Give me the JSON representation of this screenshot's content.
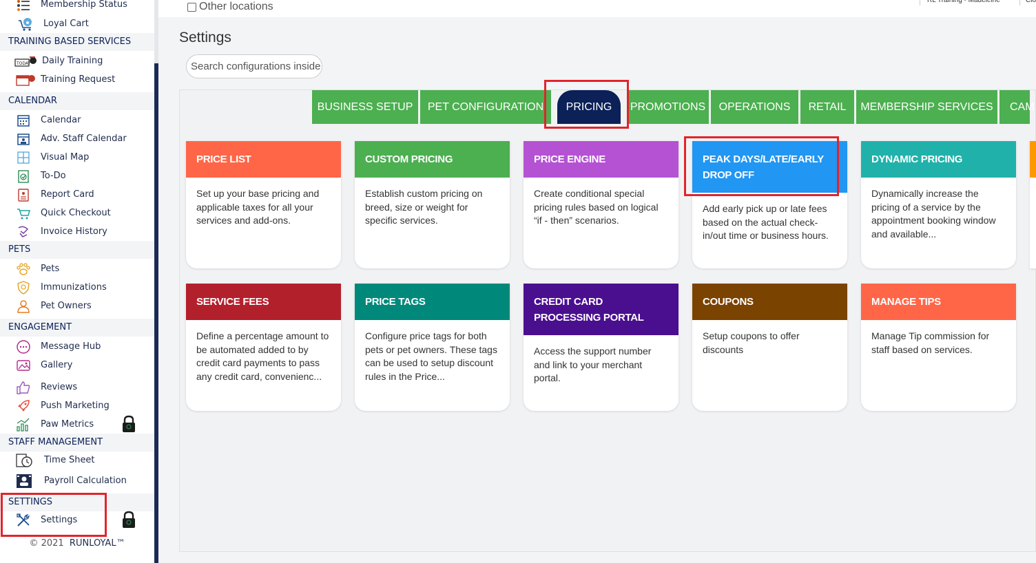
{
  "sidebar": {
    "top_items": [
      {
        "label": "Membership Status",
        "icon": "list-icon"
      },
      {
        "label": "Loyal Cart",
        "icon": "cart-paw-icon"
      }
    ],
    "sections": {
      "training": {
        "title": "TRAINING BASED SERVICES",
        "items": [
          {
            "label": "Daily Training",
            "icon": "today-whistle-icon"
          },
          {
            "label": "Training Request",
            "icon": "calendar-whistle-icon"
          }
        ]
      },
      "calendar": {
        "title": "CALENDAR",
        "items": [
          {
            "label": "Calendar",
            "icon": "calendar-icon"
          },
          {
            "label": "Adv. Staff Calendar",
            "icon": "staff-calendar-icon"
          },
          {
            "label": "Visual Map",
            "icon": "grid-map-icon"
          },
          {
            "label": "To-Do",
            "icon": "todo-icon"
          },
          {
            "label": "Report Card",
            "icon": "report-card-icon"
          },
          {
            "label": "Quick Checkout",
            "icon": "cart-icon"
          },
          {
            "label": "Invoice History",
            "icon": "invoice-history-icon"
          }
        ]
      },
      "pets": {
        "title": "PETS",
        "items": [
          {
            "label": "Pets",
            "icon": "paw-icon"
          },
          {
            "label": "Immunizations",
            "icon": "shield-icon"
          },
          {
            "label": "Pet Owners",
            "icon": "person-icon"
          }
        ]
      },
      "engagement": {
        "title": "ENGAGEMENT",
        "items": [
          {
            "label": "Message Hub",
            "icon": "chat-icon"
          },
          {
            "label": "Gallery",
            "icon": "gallery-icon"
          },
          {
            "label": "Reviews",
            "icon": "thumbs-up-icon"
          },
          {
            "label": "Push Marketing",
            "icon": "rocket-icon"
          },
          {
            "label": "Paw Metrics",
            "icon": "bar-chart-icon"
          }
        ]
      },
      "staff": {
        "title": "STAFF MANAGEMENT",
        "items": [
          {
            "label": "Time Sheet",
            "icon": "clock-sheet-icon"
          },
          {
            "label": "Payroll Calculation",
            "icon": "payroll-icon"
          }
        ]
      },
      "settings": {
        "title": "SETTINGS",
        "items": [
          {
            "label": "Settings",
            "icon": "tools-icon"
          }
        ]
      }
    },
    "copyright": "© 2021",
    "brand": "RUNLOYAL™"
  },
  "header": {
    "other_locations": "Other locations",
    "user": "RL Training - Madeleine",
    "user_extra": "Clo"
  },
  "page": {
    "title": "Settings",
    "search_placeholder": "Search configurations inside"
  },
  "tabs": [
    {
      "label": "BUSINESS SETUP",
      "active": false
    },
    {
      "label": "PET CONFIGURATION",
      "active": false
    },
    {
      "label": "PRICING",
      "active": true
    },
    {
      "label": "PROMOTIONS",
      "active": false
    },
    {
      "label": "OPERATIONS",
      "active": false
    },
    {
      "label": "RETAIL",
      "active": false
    },
    {
      "label": "MEMBERSHIP SERVICES",
      "active": false
    },
    {
      "label": "CAM",
      "active": false
    }
  ],
  "cards": [
    {
      "title": "PRICE LIST",
      "color": "#ff6647",
      "description": "Set up your base pricing and applicable taxes for all your services and add-ons."
    },
    {
      "title": "CUSTOM PRICING",
      "color": "#4caf50",
      "description": "Establish custom pricing on breed, size or weight for specific services."
    },
    {
      "title": "PRICE ENGINE",
      "color": "#b552d4",
      "description": "Create conditional special pricing rules based on logical “if - then” scenarios."
    },
    {
      "title": "PEAK DAYS/LATE/EARLY DROP OFF",
      "color": "#2196f3",
      "description": "Add early pick up or late fees based on the actual check-in/out time or business hours."
    },
    {
      "title": "DYNAMIC PRICING",
      "color": "#20b2aa",
      "description": "Dynamically increase the pricing of a service by the appointment booking window and available..."
    },
    {
      "title": "SERVICE FEES",
      "color": "#b2202c",
      "description": "Define a percentage amount to be automated added to by credit card payments to pass any credit card, convenienc..."
    },
    {
      "title": "PRICE TAGS",
      "color": "#00897b",
      "description": "Configure price tags for both pets or pet owners. These tags can be used to setup discount rules in the Price..."
    },
    {
      "title": "CREDIT CARD PROCESSING PORTAL",
      "color": "#4a0f8f",
      "description": "Access the support number and link to your merchant portal."
    },
    {
      "title": "COUPONS",
      "color": "#7b4300",
      "description": "Setup coupons to offer discounts"
    },
    {
      "title": "MANAGE TIPS",
      "color": "#ff6647",
      "description": "Manage Tip commission for staff based on services."
    }
  ]
}
